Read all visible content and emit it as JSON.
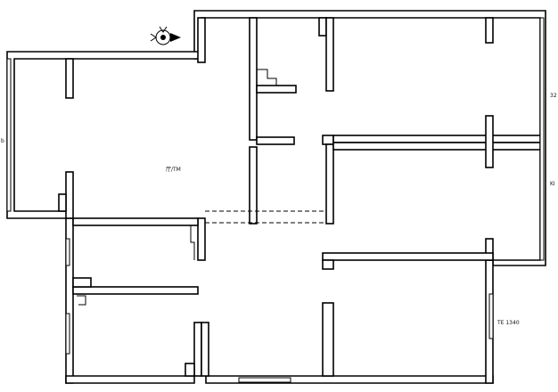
{
  "plan": {
    "labels": {
      "living_room": "厅/TM",
      "room_dimension": "TE 1340",
      "right_top_mark": "32",
      "right_mid_mark": "KI",
      "left_mark": "b"
    },
    "compass_icon": "compass-north-arrow-icon"
  }
}
